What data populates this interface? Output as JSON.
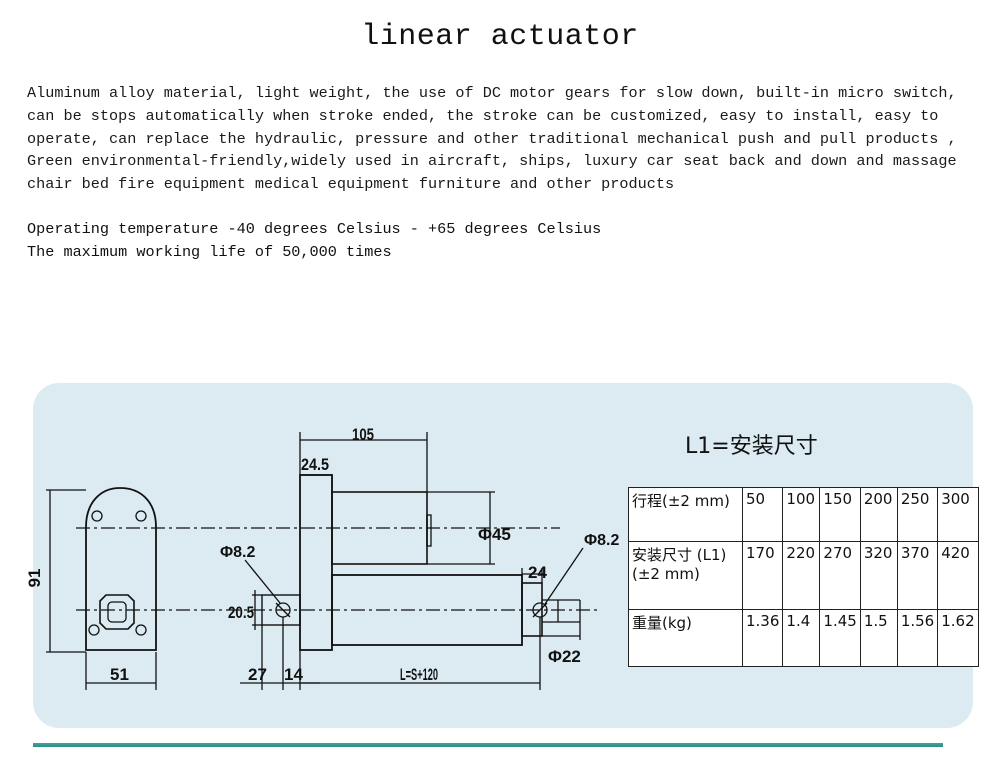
{
  "title": "linear actuator",
  "description_lines": [
    "Aluminum alloy material, light weight, the use of DC motor gears for slow down, built-in micro switch,",
    "can be stops automatically when stroke ended, the stroke can be customized, easy to install, easy to",
    "operate, can replace the hydraulic, pressure and other traditional mechanical push and pull products ,",
    "Green environmental-friendly,widely used in aircraft, ships, luxury car seat back and down and massage",
    "chair bed fire equipment medical equipment furniture and other products"
  ],
  "specs": [
    "Operating temperature -40 degrees Celsius - +65 degrees Celsius",
    "The maximum working life of 50,000 times"
  ],
  "drawing": {
    "dim_105": "105",
    "dim_24_5": "24.5",
    "dim_phi45": "Φ45",
    "dim_phi8_2_left": "Φ8.2",
    "dim_phi8_2_right": "Φ8.2",
    "dim_91": "91",
    "dim_51": "51",
    "dim_20_5": "20.5",
    "dim_27": "27",
    "dim_14": "14",
    "dim_24": "24",
    "dim_phi22": "Φ22",
    "dim_l_formula": "L=S+120"
  },
  "table": {
    "title": "L1=安装尺寸",
    "rows": [
      {
        "label": "行程(±2 mm)",
        "values": [
          "50",
          "100",
          "150",
          "200",
          "250",
          "300"
        ]
      },
      {
        "label": "安装尺寸 (L1)(±2 mm)",
        "values": [
          "170",
          "220",
          "270",
          "320",
          "370",
          "420"
        ]
      },
      {
        "label": "重量(kg)",
        "values": [
          "1.36",
          "1.4",
          "1.45",
          "1.5",
          "1.56",
          "1.62"
        ]
      }
    ]
  },
  "colors": {
    "panel_bg": "#dcebf1",
    "bottom_rule": "#38a7a1"
  }
}
